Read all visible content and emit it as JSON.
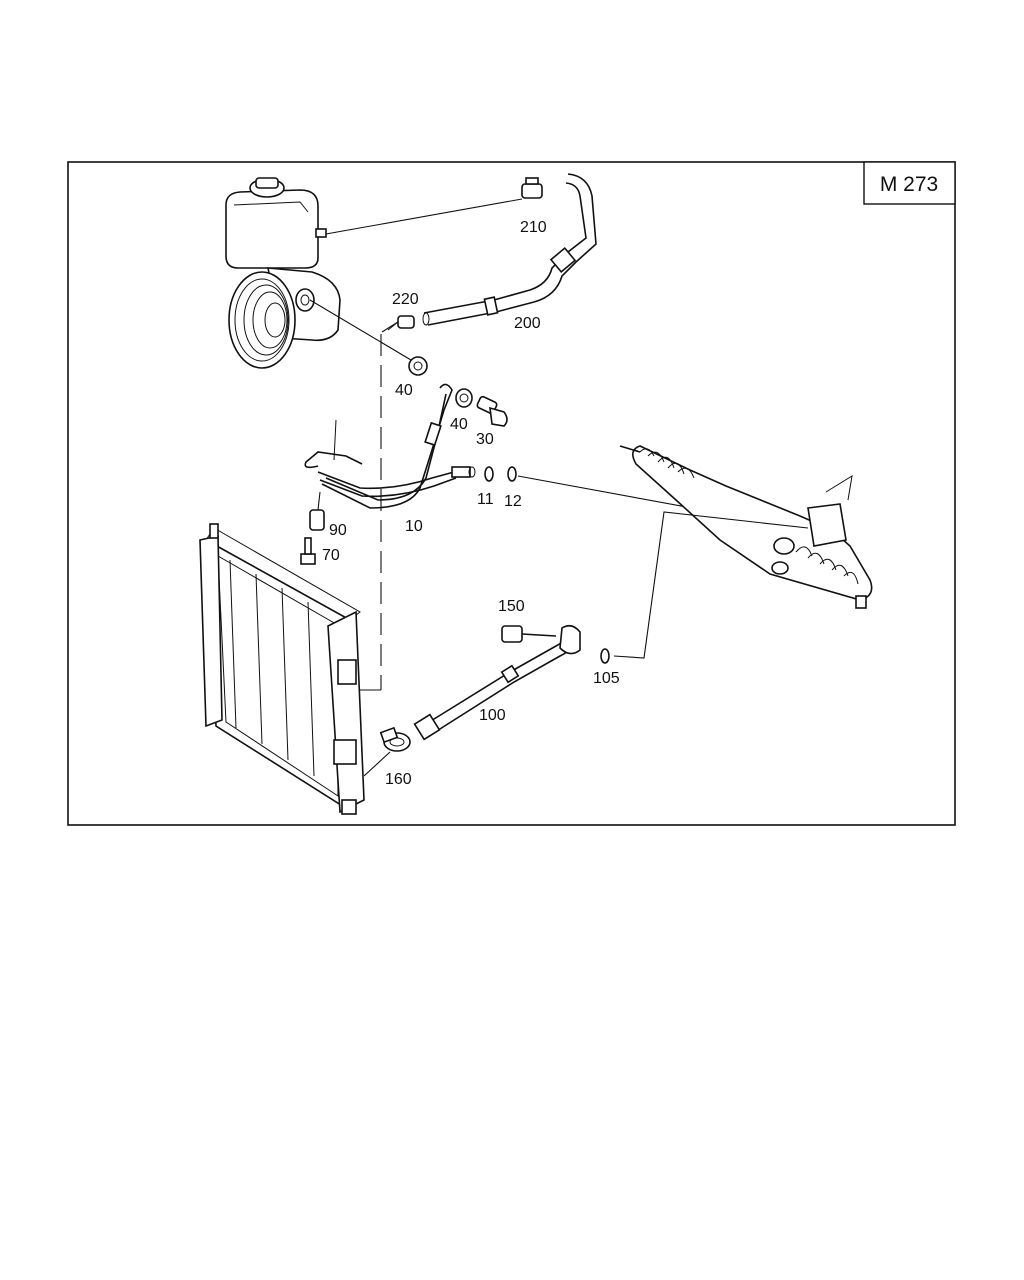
{
  "diagram": {
    "model_badge": "M 273",
    "labels": {
      "p210": "210",
      "p200": "200",
      "p220": "220",
      "p40a": "40",
      "p40b": "40",
      "p30": "30",
      "p11": "11",
      "p12": "12",
      "p10": "10",
      "p90": "90",
      "p70": "70",
      "p150": "150",
      "p100": "100",
      "p105": "105",
      "p160": "160"
    }
  }
}
